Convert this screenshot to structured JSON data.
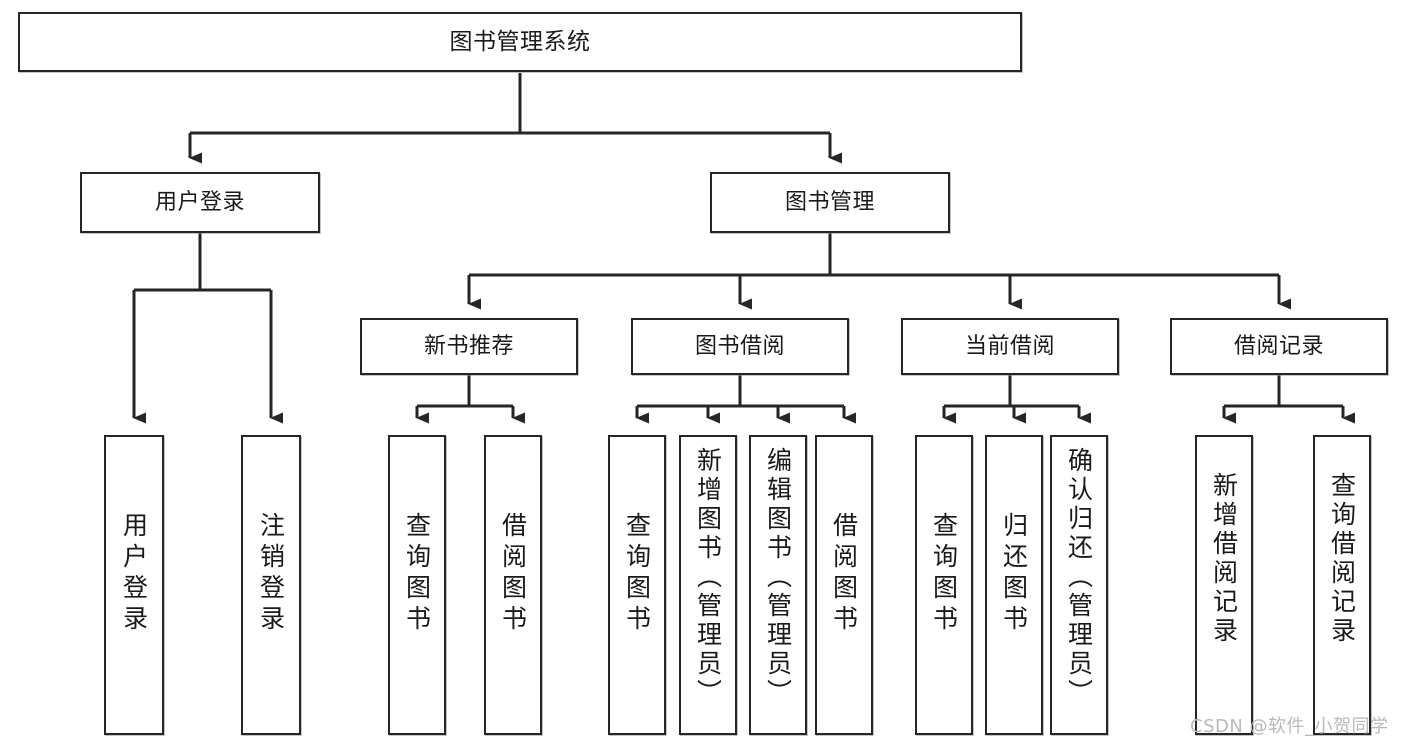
{
  "diagram": {
    "type": "tree-hierarchy",
    "title": "图书管理系统",
    "watermark": "CSDN @软件_小贺同学",
    "colors": {
      "box_border": "#262626",
      "box_fill": "#ffffff",
      "connector": "#262626",
      "text": "#1a1a1a",
      "watermark": "#b9b9b9",
      "background": "#ffffff"
    },
    "levels": {
      "root": "图书管理系统",
      "level2": [
        "用户登录",
        "图书管理"
      ],
      "level3": [
        "新书推荐",
        "图书借阅",
        "当前借阅",
        "借阅记录"
      ]
    },
    "nodes": {
      "root": {
        "label": "图书管理系统"
      },
      "user_login": {
        "label": "用户登录"
      },
      "book_manage": {
        "label": "图书管理"
      },
      "new_book_rec": {
        "label": "新书推荐"
      },
      "book_borrow": {
        "label": "图书借阅"
      },
      "current_borrow": {
        "label": "当前借阅"
      },
      "borrow_record": {
        "label": "借阅记录"
      },
      "leaf_user_login": {
        "label": "用户登录"
      },
      "leaf_logout": {
        "label": "注销登录"
      },
      "leaf_query_book_1": {
        "label": "查询图书"
      },
      "leaf_borrow_book_1": {
        "label": "借阅图书"
      },
      "leaf_query_book_2": {
        "label": "查询图书"
      },
      "leaf_add_book": {
        "label": "新增图书（管理员）"
      },
      "leaf_edit_book": {
        "label": "编辑图书（管理员）"
      },
      "leaf_borrow_book_2": {
        "label": "借阅图书"
      },
      "leaf_query_book_3": {
        "label": "查询图书"
      },
      "leaf_return_book": {
        "label": "归还图书"
      },
      "leaf_confirm_return": {
        "label": "确认归还（管理员）"
      },
      "leaf_add_record": {
        "label": "新增借阅记录"
      },
      "leaf_query_record": {
        "label": "查询借阅记录"
      }
    },
    "edges": [
      {
        "from": "root",
        "to": "user_login"
      },
      {
        "from": "root",
        "to": "book_manage"
      },
      {
        "from": "user_login",
        "to": "leaf_user_login"
      },
      {
        "from": "user_login",
        "to": "leaf_logout"
      },
      {
        "from": "book_manage",
        "to": "new_book_rec"
      },
      {
        "from": "book_manage",
        "to": "book_borrow"
      },
      {
        "from": "book_manage",
        "to": "current_borrow"
      },
      {
        "from": "book_manage",
        "to": "borrow_record"
      },
      {
        "from": "new_book_rec",
        "to": "leaf_query_book_1"
      },
      {
        "from": "new_book_rec",
        "to": "leaf_borrow_book_1"
      },
      {
        "from": "book_borrow",
        "to": "leaf_query_book_2"
      },
      {
        "from": "book_borrow",
        "to": "leaf_add_book"
      },
      {
        "from": "book_borrow",
        "to": "leaf_edit_book"
      },
      {
        "from": "book_borrow",
        "to": "leaf_borrow_book_2"
      },
      {
        "from": "current_borrow",
        "to": "leaf_query_book_3"
      },
      {
        "from": "current_borrow",
        "to": "leaf_return_book"
      },
      {
        "from": "current_borrow",
        "to": "leaf_confirm_return"
      },
      {
        "from": "borrow_record",
        "to": "leaf_add_record"
      },
      {
        "from": "borrow_record",
        "to": "leaf_query_record"
      }
    ]
  }
}
